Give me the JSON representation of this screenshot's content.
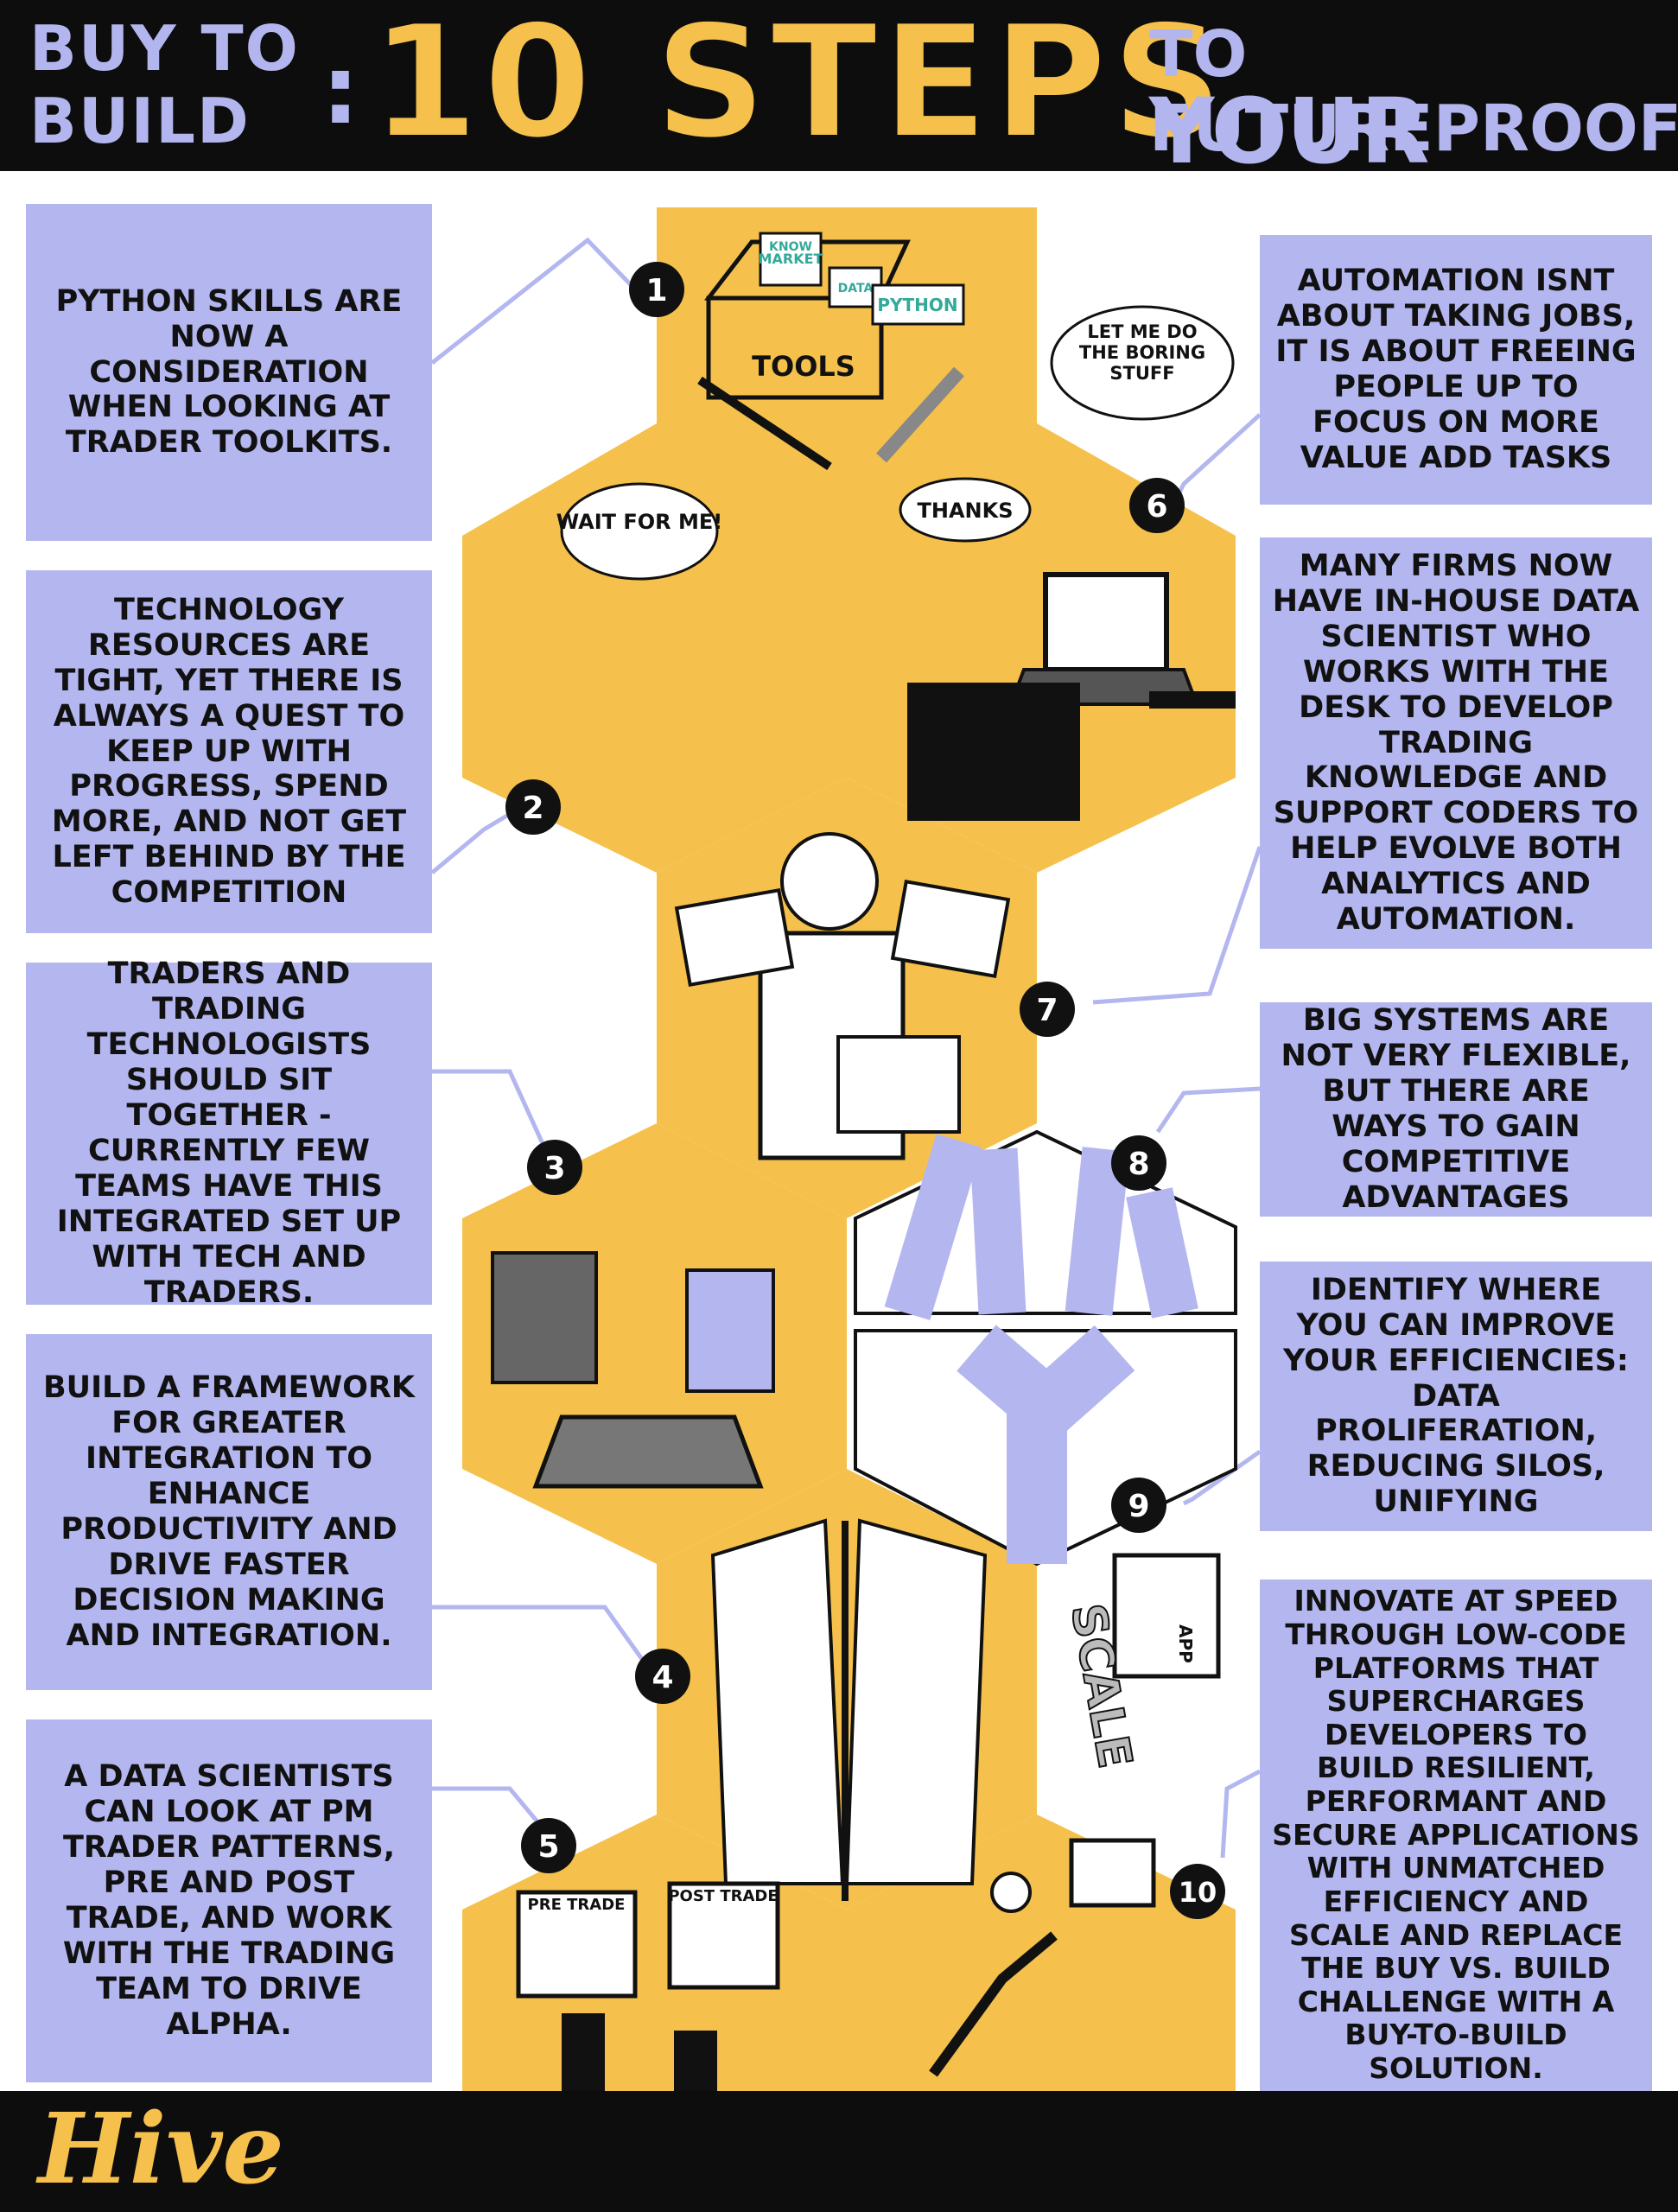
{
  "header": {
    "buy_to": "BUY TO",
    "build": "BUILD",
    "colon": ":",
    "ten_steps": "10 STEPS",
    "to_futureproof": "TO FUTUREPROOF",
    "your_desk": "YOUR DESK"
  },
  "steps": [
    {
      "number": "1",
      "text": "PYTHON SKILLS ARE NOW A CONSIDERATION WHEN LOOKING AT TRADER TOOLKITS."
    },
    {
      "number": "2",
      "text": "TECHNOLOGY RESOURCES ARE TIGHT, YET THERE IS ALWAYS A QUEST TO KEEP UP WITH PROGRESS, SPEND MORE, AND NOT GET LEFT BEHIND BY THE COMPETITION"
    },
    {
      "number": "3",
      "text": "TRADERS AND TRADING TECHNOLOGISTS SHOULD SIT TOGETHER - CURRENTLY FEW TEAMS HAVE THIS INTEGRATED SET UP WITH TECH AND TRADERS."
    },
    {
      "number": "4",
      "text": "BUILD A FRAMEWORK FOR GREATER INTEGRATION TO ENHANCE PRODUCTIVITY AND DRIVE FASTER DECISION MAKING AND INTEGRATION."
    },
    {
      "number": "5",
      "text": "A DATA SCIENTISTS CAN LOOK AT PM TRADER PATTERNS, PRE AND POST TRADE, AND WORK WITH THE TRADING TEAM TO DRIVE ALPHA."
    },
    {
      "number": "6",
      "text": "AUTOMATION ISNT ABOUT TAKING JOBS, IT IS ABOUT FREEING PEOPLE UP TO FOCUS ON MORE VALUE ADD TASKS"
    },
    {
      "number": "7",
      "text": "MANY FIRMS NOW HAVE IN-HOUSE DATA SCIENTIST WHO WORKS WITH THE DESK TO DEVELOP TRADING KNOWLEDGE AND SUPPORT CODERS TO HELP EVOLVE BOTH ANALYTICS AND AUTOMATION."
    },
    {
      "number": "8",
      "text": "BIG SYSTEMS ARE NOT VERY FLEXIBLE, BUT THERE ARE WAYS TO GAIN COMPETITIVE ADVANTAGES"
    },
    {
      "number": "9",
      "text": "IDENTIFY WHERE YOU CAN IMPROVE YOUR EFFICIENCIES: DATA PROLIFERATION, REDUCING SILOS, UNIFYING"
    },
    {
      "number": "10",
      "text": "INNOVATE AT SPEED THROUGH LOW-CODE PLATFORMS THAT SUPERCHARGES DEVELOPERS TO BUILD RESILIENT, PERFORMANT AND SECURE APPLICATIONS WITH UNMATCHED EFFICIENCY AND SCALE AND REPLACE THE BUY VS. BUILD CHALLENGE WITH A BUY-TO-BUILD SOLUTION."
    }
  ],
  "illustrations": {
    "box_label": "TOOLS",
    "box_paper_python": "PYTHON",
    "box_paper_market": "MARKET",
    "box_paper_knowledge": "KNOW",
    "box_paper_data": "DATA",
    "bubble_wait": "WAIT FOR ME!",
    "bubble_boring": "LET ME DO THE BORING STUFF",
    "bubble_thanks": "THANKS",
    "pre_trade": "PRE TRADE",
    "post_trade": "POST TRADE",
    "scale": "SCALE",
    "app": "APP"
  },
  "footer": {
    "logo": "Hive"
  },
  "colors": {
    "background": "#0d0d0d",
    "lavender": "#b4b7ef",
    "gold": "#f5c14c",
    "ink": "#111111"
  }
}
